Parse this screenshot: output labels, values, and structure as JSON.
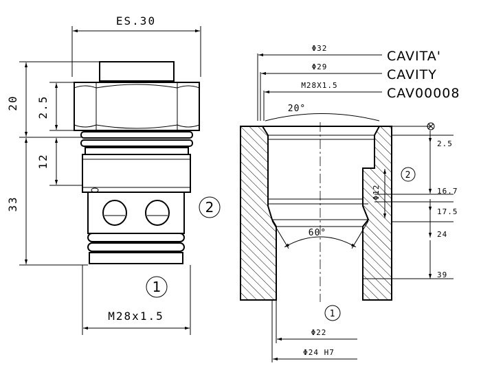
{
  "cartridge": {
    "width_label": "ES.30",
    "height_total": "20",
    "height_hex": "2.5",
    "height_body": "12",
    "length": "33",
    "thread": "M28x1.5",
    "port_1": "1",
    "port_2": "2"
  },
  "cavity": {
    "title_it": "CAVITA'",
    "title_en": "CAVITY",
    "code": "CAV00008",
    "dia_32": "Φ32",
    "dia_29": "Φ29",
    "thread": "M28X1.5",
    "angle_20": "20°",
    "angle_60": "60°",
    "dia_12": "Φ12",
    "depth_2_5": "2.5",
    "depth_16_7": "16.7",
    "depth_17_5": "17.5",
    "depth_24": "24",
    "depth_39": "39",
    "dia_22": "Φ22",
    "dia_24": "Φ24 H7",
    "port_1": "1",
    "port_2": "2"
  }
}
